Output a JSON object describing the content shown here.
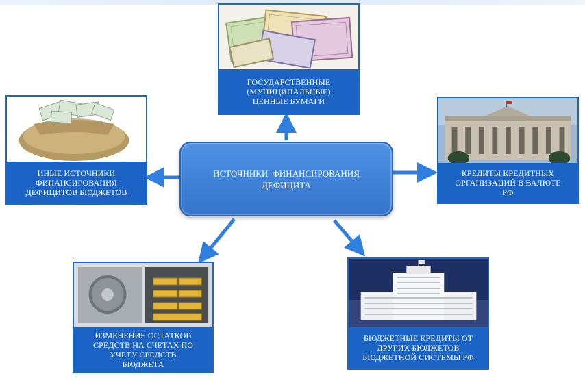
{
  "center": {
    "label": "ИСТОЧНИКИ  ФИНАНСИРОВАНИЯ\nДЕФИЦИТА"
  },
  "nodes": {
    "securities": {
      "caption": "ГОСУДАРСТВЕННЫЕ (МУНИЦИПАЛЬНЫЕ) ЦЕННЫЕ БУМАГИ",
      "picture": "securities-certificates-image"
    },
    "other": {
      "caption": "ИНЫЕ ИСТОЧНИКИ ФИНАНСИРОВАНИЯ ДЕФИЦИТОВ БЮДЖЕТОВ",
      "picture": "money-bag-image"
    },
    "credit": {
      "caption": "КРЕДИТЫ КРЕДИТНЫХ ОРГАНИЗАЦИЙ В ВАЛЮТЕ РФ",
      "picture": "central-bank-building-image"
    },
    "balances": {
      "caption": "ИЗМЕНЕНИЕ ОСТАТКОВ СРЕДСТВ НА СЧЕТАХ ПО УЧЕТУ СРЕДСТВ БЮДЖЕТА",
      "picture": "vault-gold-bars-image"
    },
    "budget": {
      "caption": "БЮДЖЕТНЫЕ КРЕДИТЫ ОТ ДРУГИХ БЮДЖЕТОВ БЮДЖЕТНОЙ СИСТЕМЫ РФ",
      "picture": "government-house-image"
    }
  },
  "colors": {
    "caption_bg": "#1b63c4",
    "arrow": "#2f7fe0",
    "center_fill": "#4a8ce0"
  }
}
